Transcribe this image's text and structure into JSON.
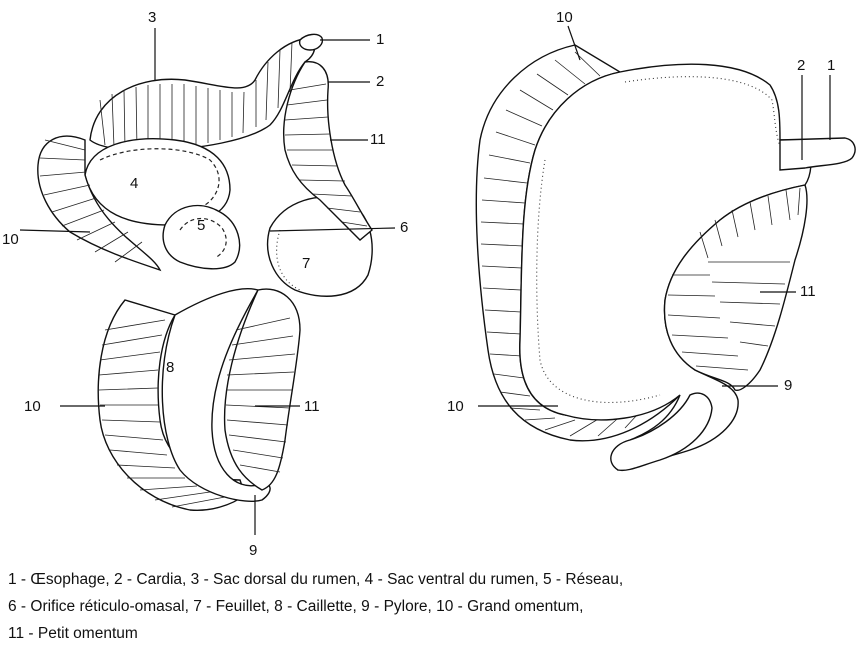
{
  "figure": {
    "left_labels": {
      "l1": "1",
      "l2": "2",
      "l3": "3",
      "l4": "4",
      "l5": "5",
      "l6": "6",
      "l7": "7",
      "l8": "8",
      "l9": "9",
      "l10a": "10",
      "l10b": "10",
      "l11a": "11",
      "l11b": "11"
    },
    "right_labels": {
      "l1": "1",
      "l2": "2",
      "l9": "9",
      "l10a": "10",
      "l10b": "10",
      "l11": "11"
    }
  },
  "legend": {
    "line1": "1 - Œsophage, 2 - Cardia, 3 - Sac dorsal du rumen, 4 - Sac ventral du rumen, 5 - Réseau,",
    "line2": "6 - Orifice réticulo-omasal,  7 - Feuillet, 8 - Caillette, 9 - Pylore, 10 - Grand omentum,",
    "line3": "11 - Petit omentum"
  }
}
